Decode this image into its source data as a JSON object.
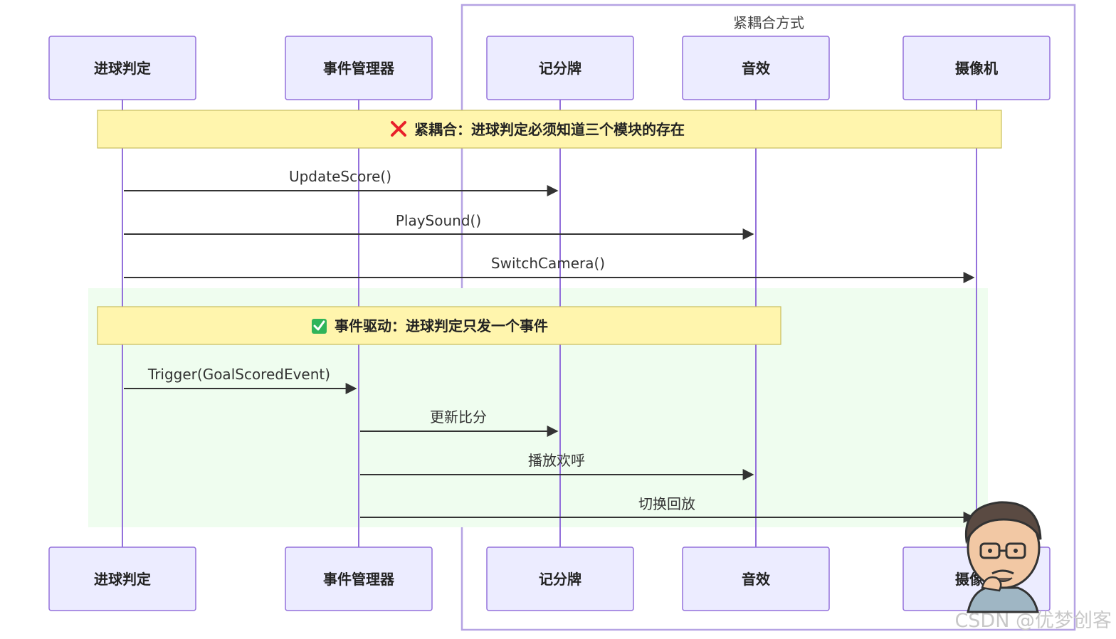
{
  "group": {
    "label": "紧耦合方式"
  },
  "participants": {
    "goal": "进球判定",
    "manager": "事件管理器",
    "scoreboard": "记分牌",
    "sound": "音效",
    "camera": "摄像机"
  },
  "notes": {
    "tight": {
      "icon": "cross-mark-icon",
      "text": "紧耦合：进球判定必须知道三个模块的存在"
    },
    "event": {
      "icon": "check-box-icon",
      "text": "事件驱动：进球判定只发一个事件"
    }
  },
  "messages": {
    "update_score": "UpdateScore()",
    "play_sound": "PlaySound()",
    "switch_camera": "SwitchCamera()",
    "trigger": "Trigger(GoalScoredEvent)",
    "update_points": "更新比分",
    "play_cheer": "播放欢呼",
    "switch_replay": "切换回放"
  },
  "watermark": "CSDN @优梦创客",
  "colors": {
    "actor_fill": "#ececff",
    "actor_border": "#9370db",
    "note_fill": "#fff5ad",
    "highlight_fill": "#effdef",
    "cross_red": "#e8202a",
    "check_green": "#2fb45a"
  }
}
